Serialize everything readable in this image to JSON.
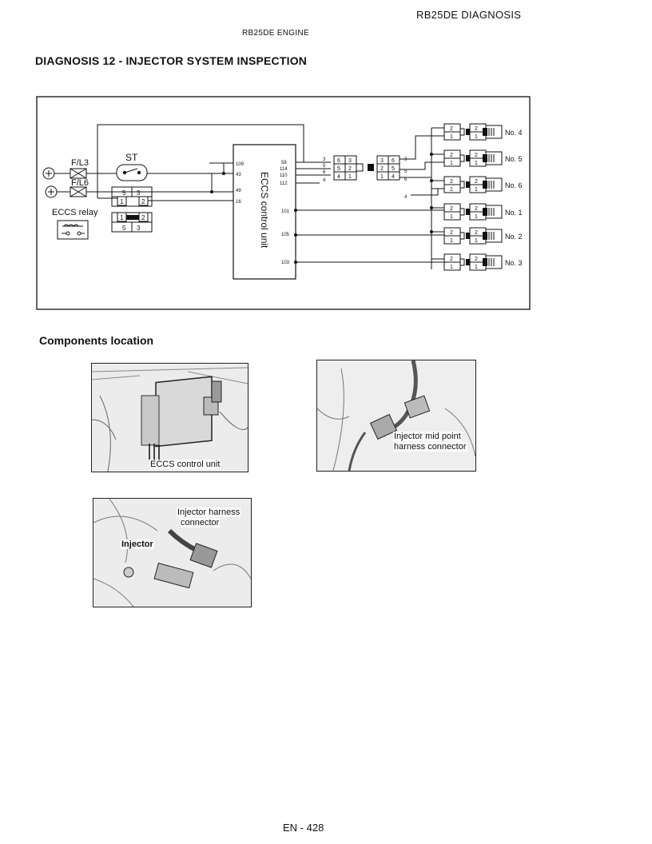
{
  "header": {
    "section_title": "RB25DE DIAGNOSIS",
    "engine": "RB25DE ENGINE"
  },
  "page_title": "DIAGNOSIS 12 -  INJECTOR SYSTEM INSPECTION",
  "diagram": {
    "fuse_1": "F/L3",
    "fuse_2": "F/L6",
    "starter_label": "ST",
    "relay_label": "ECCS relay",
    "relay_pins_top": [
      "5",
      "3"
    ],
    "relay_pins_mid": [
      "1",
      "2"
    ],
    "relay_pins_box2_top": [
      "1",
      "2"
    ],
    "relay_pins_box2_bottom": [
      "5",
      "3"
    ],
    "ecu_label": "ECCS control unit",
    "ecu_left_pins": [
      "109",
      "43",
      "49",
      "16"
    ],
    "ecu_right_pins": [
      "58",
      "114",
      "110",
      "112"
    ],
    "ecu_injector_pins": [
      "101",
      "105",
      "103"
    ],
    "wire_numbers_left": [
      "3",
      "5",
      "6",
      "4"
    ],
    "wire_numbers_right": [
      "3",
      "5",
      "6",
      "4"
    ],
    "mid_connector_left": [
      "6",
      "3",
      "5",
      "2",
      "4",
      "1"
    ],
    "mid_connector_right": [
      "3",
      "6",
      "2",
      "5",
      "1",
      "4"
    ],
    "injectors": [
      "No. 4",
      "No. 5",
      "No. 6",
      "No. 1",
      "No. 2",
      "No. 3"
    ],
    "pin_top": "2",
    "pin_bottom": "1"
  },
  "components_title": "Components location",
  "photos": {
    "ecu_caption": "ECCS control unit",
    "mid_caption_1": "Injector mid point",
    "mid_caption_2": "harness connector",
    "harness_caption_1": "Injector harness",
    "harness_caption_2": "connector",
    "injector_caption": "Injector"
  },
  "footer": "EN - 428"
}
